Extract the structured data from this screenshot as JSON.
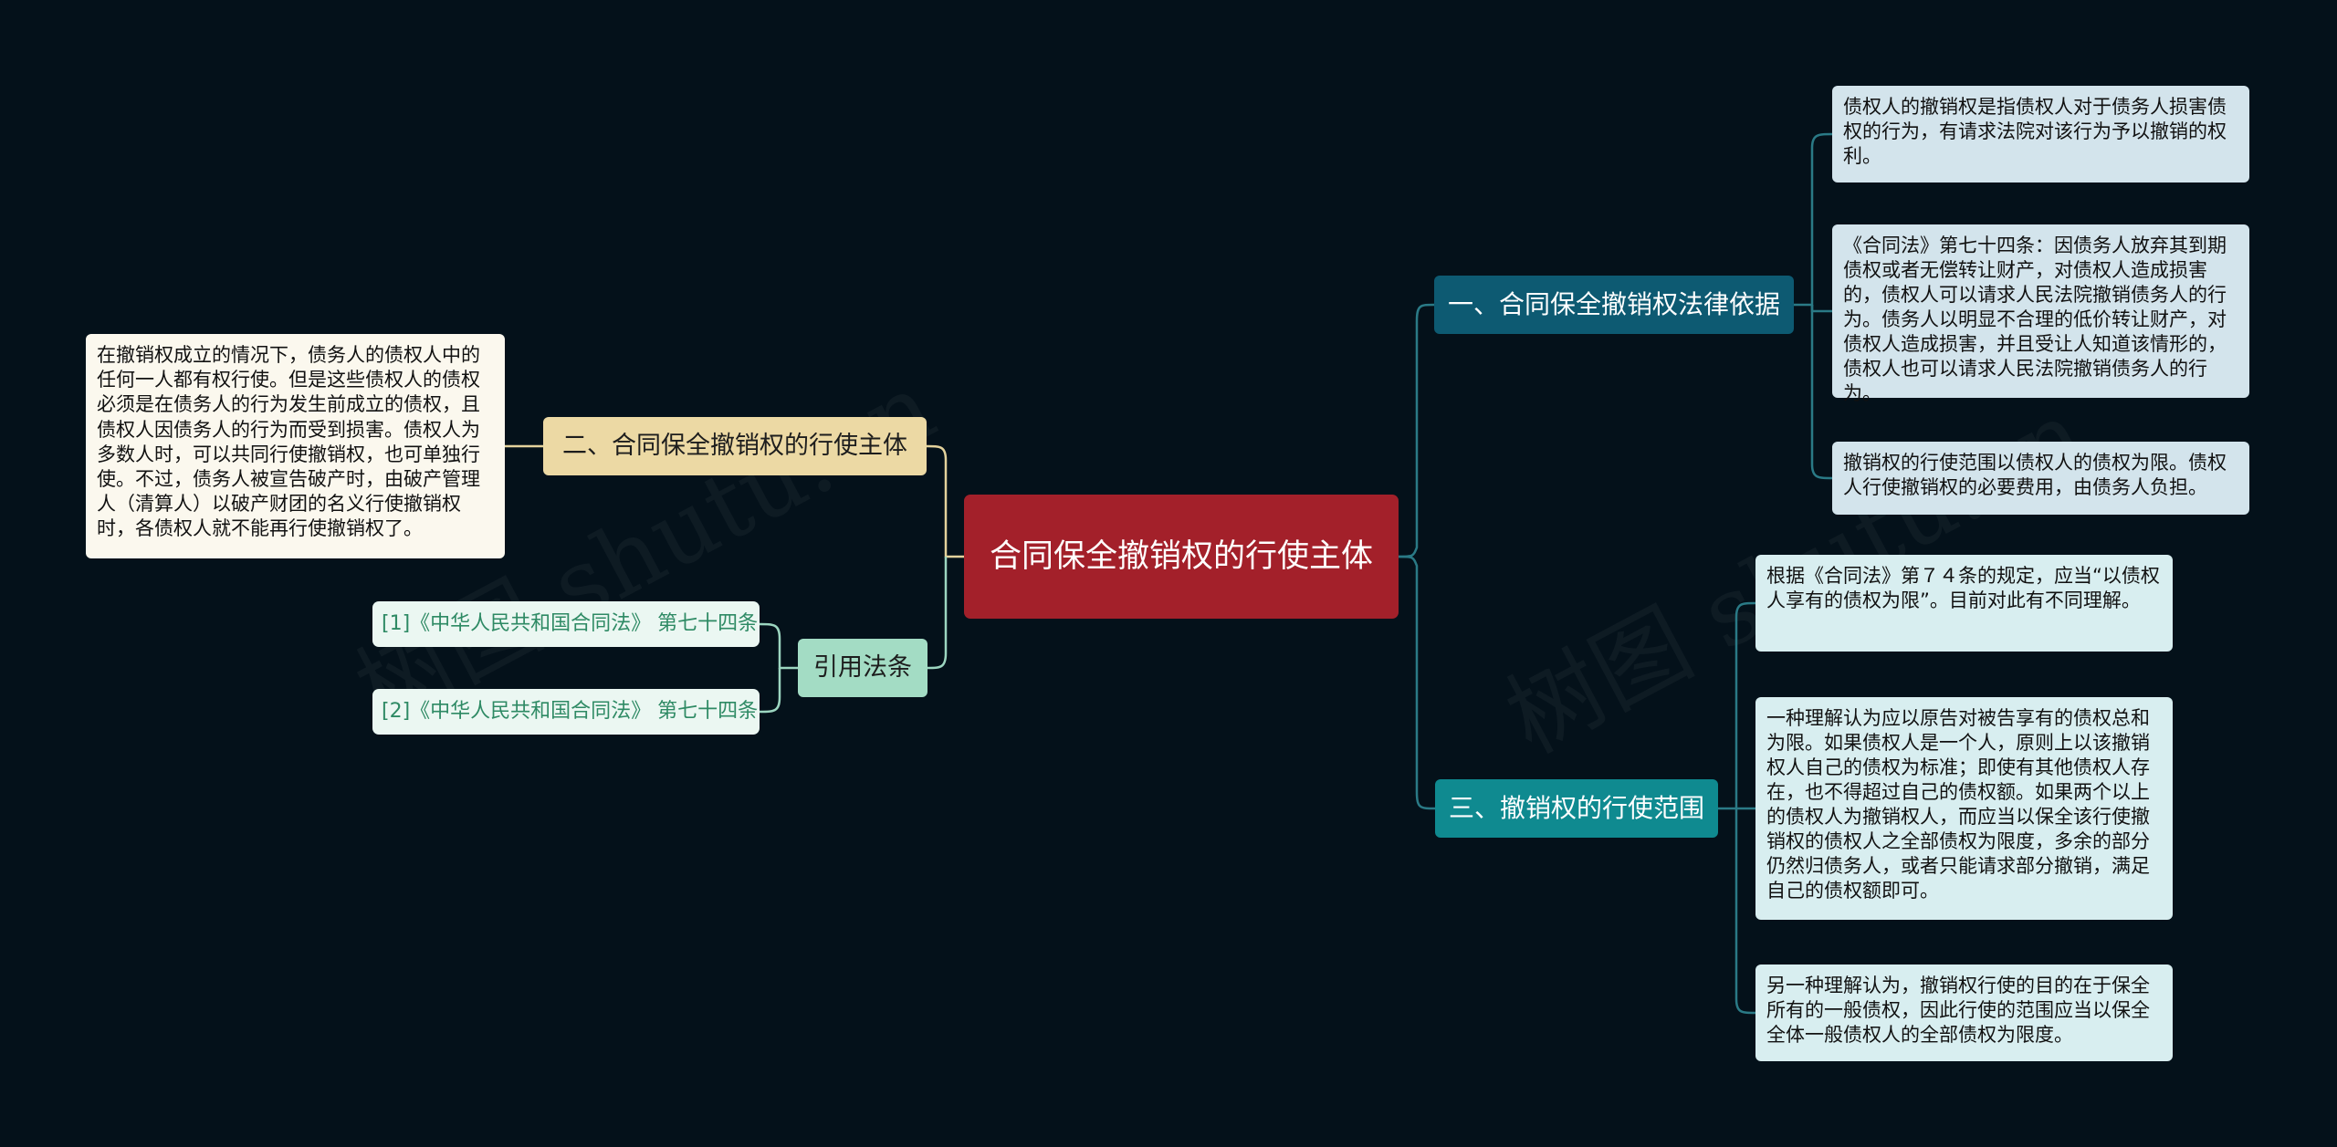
{
  "watermark": {
    "text_1": "树图 shutu.cn",
    "text_2": "树图 shutu.cn"
  },
  "colors": {
    "background": "#04111a",
    "root": "#a3202a",
    "branch_1": "#0d5a72",
    "branch_3": "#0f8a90",
    "branch_2": "#ecd9a4",
    "branch_cite": "#a3dcc4",
    "line_right": "#2a7a86",
    "line_left_2": "#e3d29c",
    "line_left_cite": "#9cd6c0"
  },
  "mindmap": {
    "root": "合同保全撤销权的行使主体",
    "branches": {
      "b1": {
        "label": "一、合同保全撤销权法律依据",
        "leaves": [
          "债权人的撤销权是指债权人对于债务人损害债权的行为，有请求法院对该行为予以撤销的权利。",
          "《合同法》第七十四条：因债务人放弃其到期债权或者无偿转让财产，对债权人造成损害的，债权人可以请求人民法院撤销债务人的行为。债务人以明显不合理的低价转让财产，对债权人造成损害，并且受让人知道该情形的，债权人也可以请求人民法院撤销债务人的行为。",
          "撤销权的行使范围以债权人的债权为限。债权人行使撤销权的必要费用，由债务人负担。"
        ]
      },
      "b3": {
        "label": "三、撤销权的行使范围",
        "leaves": [
          "根据《合同法》第７４条的规定，应当“以债权人享有的债权为限”。目前对此有不同理解。",
          "一种理解认为应以原告对被告享有的债权总和为限。如果债权人是一个人，原则上以该撤销权人自己的债权为标准；即使有其他债权人存在，也不得超过自己的债权额。如果两个以上的债权人为撤销权人，而应当以保全该行使撤销权的债权人之全部债权为限度，多余的部分仍然归债务人，或者只能请求部分撤销，满足自己的债权额即可。",
          "另一种理解认为，撤销权行使的目的在于保全所有的一般债权，因此行使的范围应当以保全全体一般债权人的全部债权为限度。"
        ]
      },
      "b2": {
        "label": "二、合同保全撤销权的行使主体",
        "leaves": [
          "在撤销权成立的情况下，债务人的债权人中的任何一人都有权行使。但是这些债权人的债权必须是在债务人的行为发生前成立的债权，且债权人因债务人的行为而受到损害。债权人为多数人时，可以共同行使撤销权，也可单独行使。不过，债务人被宣告破产时，由破产管理人（清算人）以破产财团的名义行使撤销权时，各债权人就不能再行使撤销权了。"
        ]
      },
      "bc": {
        "label": "引用法条",
        "leaves": [
          "[1]《中华人民共和国合同法》 第七十四条",
          "[2]《中华人民共和国合同法》 第七十四条"
        ]
      }
    }
  }
}
